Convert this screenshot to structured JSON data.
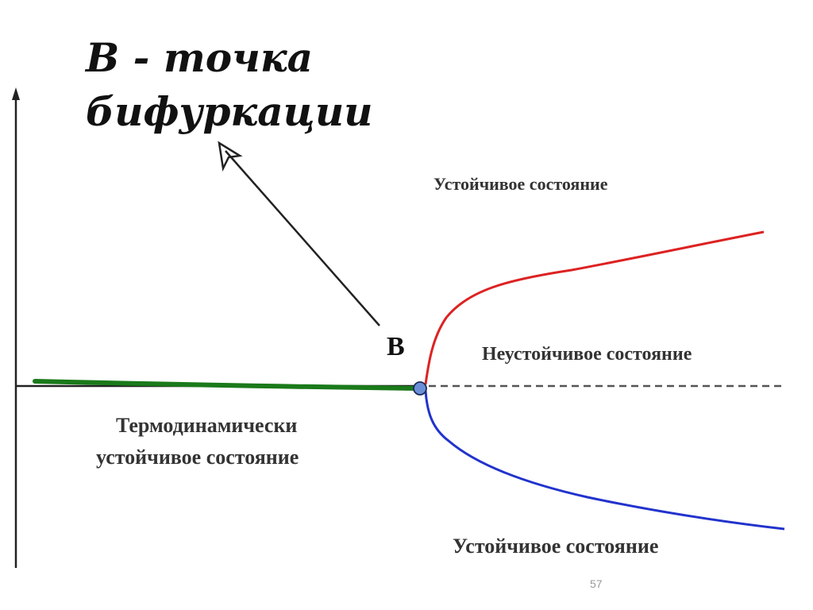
{
  "title": {
    "line1": "B - точка",
    "line2": "бифуркации"
  },
  "labels": {
    "point": "B",
    "stable_top": "Устойчивое состояние",
    "unstable": "Неустойчивое состояние",
    "thermo_line1": "Термодинамически",
    "thermo_line2": "устойчивое состояние",
    "stable_bottom": "Устойчивое состояние"
  },
  "page_number": "57",
  "colors": {
    "thermo_branch": "#1a7a1a",
    "upper_branch": "#dd2222",
    "lower_branch": "#2233cc",
    "bifurcation_point": "#6b8fd6",
    "axis": "#222222",
    "dashed_line": "#555555"
  }
}
